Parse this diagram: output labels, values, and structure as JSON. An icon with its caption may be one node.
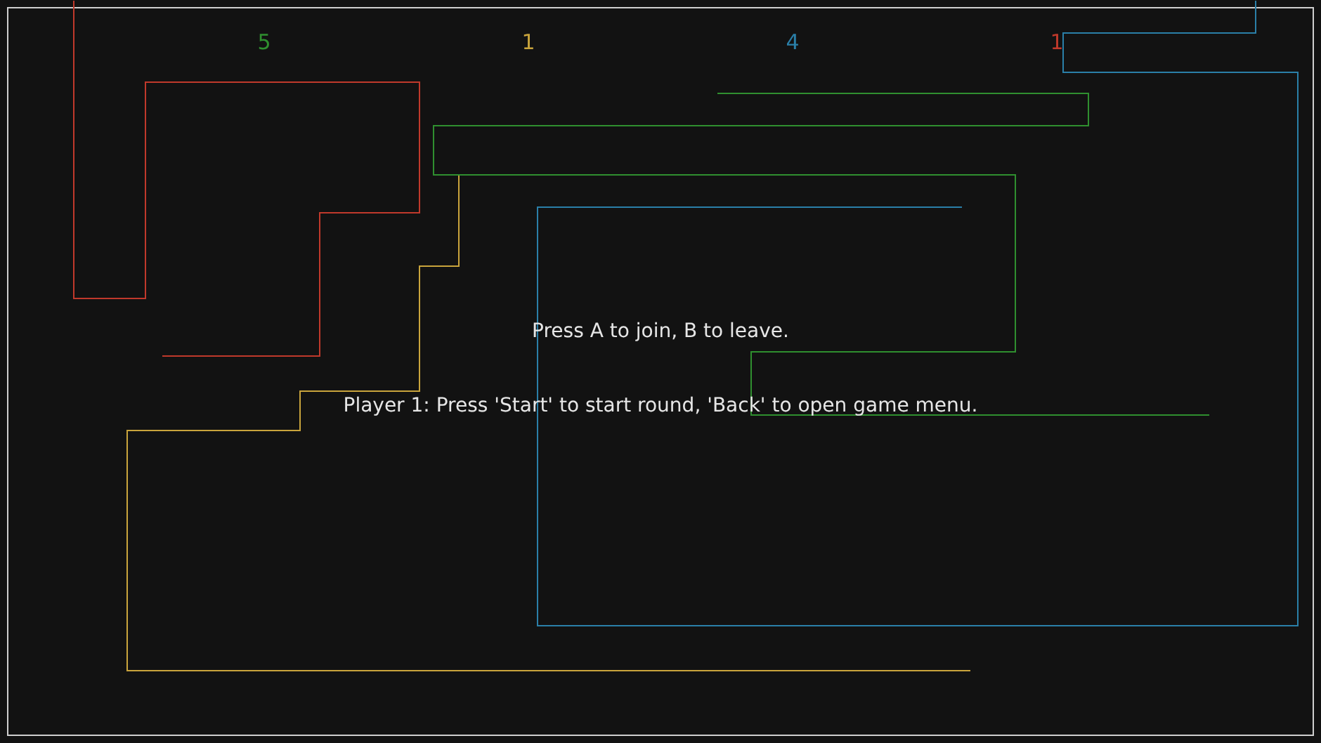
{
  "diagram": {
    "labels": [
      "5",
      "1",
      "4",
      "1",
      "Press A to join, B to leave.",
      "Player 1: Press 'Start' to start round, 'Back' to open game menu."
    ]
  }
}
